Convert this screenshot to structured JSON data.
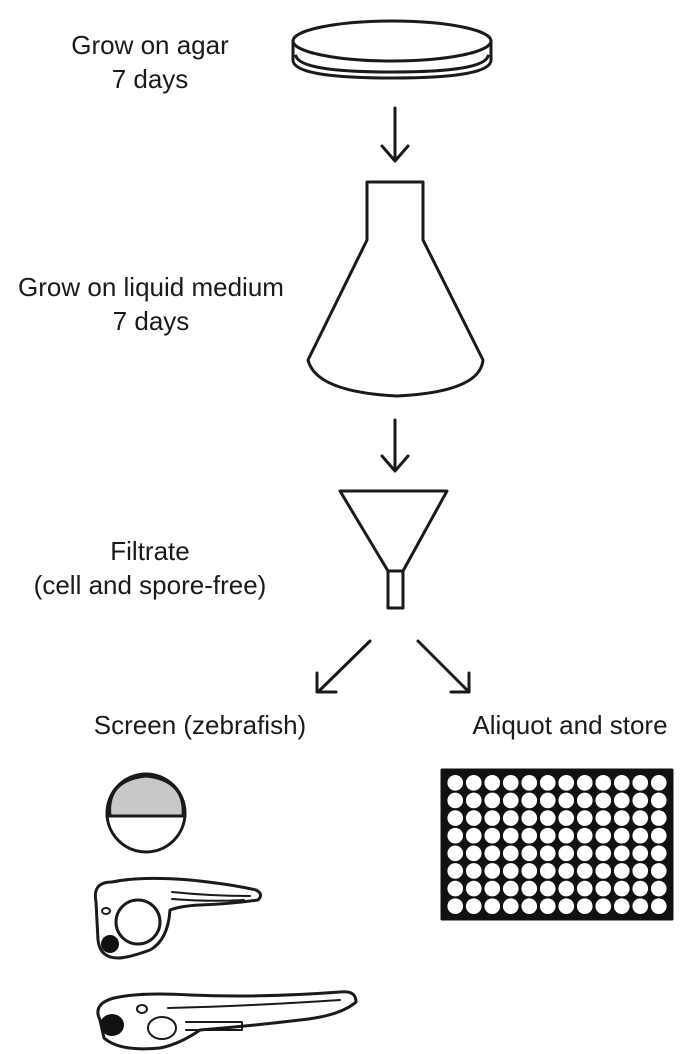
{
  "steps": {
    "agar": {
      "line1": "Grow on agar",
      "line2": "7 days"
    },
    "liquid": {
      "line1": "Grow on liquid medium",
      "line2": "7 days"
    },
    "filtrate": {
      "line1": "Filtrate",
      "line2": "(cell and spore-free)"
    }
  },
  "branches": {
    "screen": "Screen (zebrafish)",
    "aliquot": "Aliquot and store"
  },
  "plate": {
    "rows": 8,
    "cols": 12
  },
  "colors": {
    "stroke": "#1a1a1a",
    "yolk_fill": "#c8c8c8",
    "eye_fill": "#111111",
    "background": "#ffffff"
  },
  "icons": [
    "petri-dish-icon",
    "erlenmeyer-flask-icon",
    "funnel-icon",
    "zebrafish-embryo-icon",
    "zebrafish-larva-icon",
    "well-plate-icon"
  ]
}
